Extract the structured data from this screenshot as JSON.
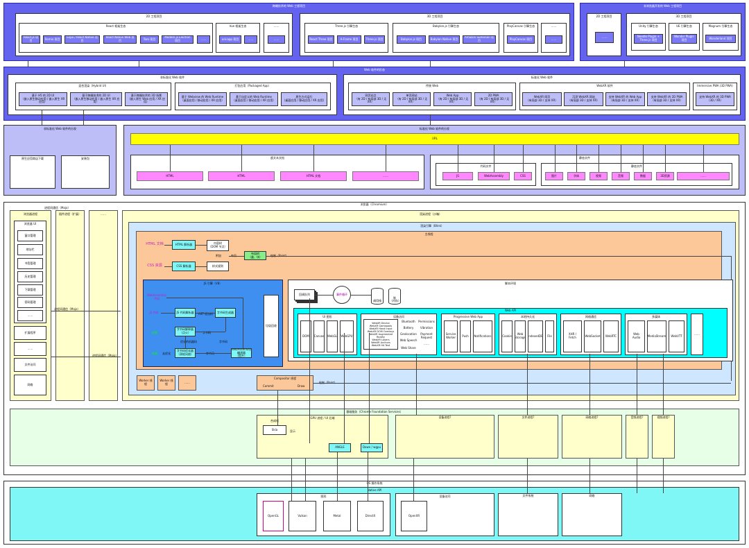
{
  "cross": {
    "title": "跨端技术的 Web 工程项目"
  },
  "g2d": {
    "title": "2D 工程项目",
    "react": {
      "title": "React 框架生态",
      "items": [
        "React.js 项目",
        "Remix 项目",
        "Expo / React Native 项目",
        "React Native Web 项目",
        "Taro 项目",
        "Modern.js Electron 项目",
        "……"
      ]
    },
    "vue": {
      "title": "Vue 框架生态",
      "items": [
        "uni-app 项目",
        "……"
      ]
    },
    "dots": {
      "title": "……",
      "items": [
        "……"
      ]
    }
  },
  "g3d": {
    "title": "3D 工程项目",
    "three": {
      "title": "Three.js 引擎生态",
      "items": [
        "React Three 项目",
        "A-Frame 项目",
        "Three.js 项目"
      ]
    },
    "babylon": {
      "title": "Babylon.js 引擎生态",
      "items": [
        "Babylon.js 项目",
        "Babylon Native 项目",
        "Amazon Sumerian 项目"
      ]
    },
    "play": {
      "title": "PlayCanvas 引擎生态",
      "items": [
        "PlayCanvas 项目"
      ]
    },
    "dots": {
      "title": "……",
      "items": [
        "……"
      ]
    }
  },
  "nonweb": {
    "title": "非浏览器开发的 Web 工程项目",
    "c2d": {
      "title": "2D 工程项目",
      "items": [
        "……"
      ]
    },
    "c3d": {
      "title": "3D 工程项目",
      "unity": {
        "title": "Unity 引擎生态",
        "items": [
          "Needle Plugin + Three.js 项目"
        ]
      },
      "ue": {
        "title": "UE 引擎生态",
        "items": [
          "Wonder Plugin 项目"
        ]
      },
      "magnum": {
        "title": "Magnum 引擎生态",
        "items": [
          "Wonderland 项目"
        ]
      }
    }
  },
  "product": {
    "title": "Web 软件的形态",
    "nonstd": {
      "title": "非标准化 Web 软件",
      "hybrid": {
        "title": "混合渲染（Hybrid UI）",
        "items": [
          "基于 H5 的 2D UI\n（嵌入原生移动应用 / 嵌入原生 XR 应用）",
          "基于跨端技术的 2D UI\n（嵌入原生移动应用 / 嵌入原生 XR 应用）",
          "基于跨端技术的 3D 场景\n（嵌入原生 Web 应用 / XR 应用）"
        ]
      },
      "packaged": {
        "title": "打包应用（Packaged App）",
        "items": [
          "基于 Webview 的 Web Runtime\n（桌面应用 / 移动应用 / XR 应用）",
          "基于自定义的 Web Runtime\n（桌面应用 / 移动应用 / XR 应用）",
          "原生方式运行\n（桌面应用 / 移动应用 / XR 应用）"
        ]
      }
    },
    "std": {
      "title": "标准化 Web 软件",
      "web": {
        "title": "传统 Web",
        "items": [
          "网页站点\n（有 2D / 有局部 3D / 无 XR）",
          "单页网站\n（有 2D / 有局部 3D / 无 XR）",
          "Web App\n（有 2D / 有局部 3D / 无 XR）",
          "2D PWA\n（有 2D / 有局部 3D / 无 XR）"
        ]
      },
      "webxr": {
        "title": "WebXR 软件",
        "items": [
          "WebXR 网页\n（有局部 3D / 支持 XR）",
          "沉浸 WebXR 网站\n（有局部 3D / 支持 XR）",
          "支持 WebXR 的 Web App\n（有局部 3D / 支持 XR）",
          "支持 WebXR 的 2D PWA\n（有局部 3D / 支持 XR）"
        ]
      },
      "pwa": {
        "title": "Immersive PWA (3D PWA)",
        "items": [
          "支持 WebXR 的 3D PWA\n（3D / XR）"
        ]
      }
    }
  },
  "dist": {
    "title": "非标准化 Web 软件的分发",
    "items": [
      "原生应用商店下载",
      "安装包"
    ]
  },
  "spec": {
    "title": "标准化 Web 软件的分发",
    "url": "URL",
    "hyper": {
      "title": "超文本文档",
      "items": [
        "HTML",
        "HTML",
        "HTML 文档",
        "……"
      ]
    },
    "static": {
      "title": "静态文件",
      "code": {
        "title": "代码文件",
        "items": [
          "JS",
          "WebAssembly",
          "CSS"
        ]
      },
      "res": {
        "title": "静态文件",
        "items": [
          "图片",
          "字体",
          "视频",
          "音频",
          "数据",
          "3D资源",
          "……"
        ]
      }
    }
  },
  "browser": {
    "title": "浏览器（Chromium）",
    "ipc": "进程间通信（Mojo）",
    "main": {
      "title": "浏览器进程",
      "ui": "浏览器 UI",
      "items": [
        "窗口管理",
        "地址栏",
        "书签管理",
        "历史管理",
        "下载管理",
        "密码管理",
        "……"
      ],
      "rest": [
        "扩展程序",
        "……",
        "文件访问",
        "网络"
      ]
    },
    "plugin": "插件进程（扩展）",
    "dots": "……",
    "ipc2": "进程间通信（Mojo）",
    "ipc3": "进程间通信（Mojo）",
    "renderer": {
      "title": "渲染进程（沙箱）",
      "blink": "渲染引擎（Blink）",
      "mainthread": "主线程",
      "html_doc": "HTML 文档",
      "html_parser": "HTML 解析器",
      "dom": "内容树\n（DOM 节点）",
      "css_doc": "CSS 资源",
      "css_parser": "CSS 解析器",
      "style": "样式规则",
      "layout": "布局树\n（盒、块）",
      "attach": "附加",
      "layout_lbl": "布局",
      "paint_lbl": "绘制（Paint）",
      "js": {
        "title": "JS 引擎（V8）",
        "wasm": "WebAssembly\n代码",
        "jscode": "JS 代码",
        "parser": "JS 代码解析器",
        "bytecode": "字节码生成器",
        "interp": "字节码解释器\n（点火）",
        "opt": "字节码优化器\n（涡轮风扇）",
        "wasm_comp": "WebAssembly 编译器\n（提升）",
        "gc": "垃圾回收",
        "result1": "结果",
        "result2": "结果",
        "ast": "AST 语法树",
        "bc1": "字节码",
        "bc2": "字节码",
        "optcode": "优化的机器码",
        "deopt": "去优化",
        "wasm_bc": "字节码"
      },
      "env": {
        "title": "脚本环境",
        "event": "事件循环",
        "queue": "回调队列",
        "stack": "调用栈",
        "heap": "堆\n（内存）",
        "webapi": {
          "title": "Web API",
          "ui": {
            "title": "UI 图形",
            "items": [
              "DOM",
              "Canvas",
              "WebGL",
              "WebGPU"
            ]
          },
          "device": {
            "title": "设备访问",
            "xr": "WebXR Device\nWebXR Gamepads\nWebXR Hand Input\nWebXR DOM Overlays\nWebXR Augmented Reality\nWebXR Layers\nWebXR Anchors\nWebXR Hit Test",
            "col1": [
              "Bluetooth",
              "Battery",
              "Geolocation",
              "Web Speech",
              "Web Share"
            ],
            "col2": [
              "Permissions",
              "Vibration",
              "Payment\nRequest",
              "……"
            ]
          },
          "pwa": {
            "title": "Progressive Web App",
            "items": [
              "Service\nWorker",
              "Push",
              "Notifications"
            ]
          },
          "storage": {
            "title": "本地持久化",
            "items": [
              "Cookie",
              "Web\nStorage",
              "IndexedDB",
              "File"
            ]
          },
          "net": {
            "title": "网络通信",
            "items": [
              "XHR / Fetch",
              "WebSocket",
              "WebRTC"
            ]
          },
          "media": {
            "title": "多媒体",
            "items": [
              "Web Audio",
              "MediaStream",
              "WebVTT"
            ]
          },
          "dots": "……"
        }
      },
      "workers": [
        "Worker 线程",
        "Worker 线程",
        "……"
      ],
      "compositor": {
        "title": "Compositor 线程",
        "commit": "Commit",
        "draw": "Draw"
      },
      "frame": "绘制（Paint）"
    }
  },
  "services": {
    "title": "基础服务（Chrome Foundation Services）",
    "gpu": {
      "title": "GPU 进程 / UI 后端",
      "compositor": "合成帧",
      "skia": "Skia",
      "display": "显示",
      "angle": "ANGLE",
      "dawn": "Dawn / wgpu"
    },
    "items": [
      "设备进程?",
      "文件进程?",
      "网络进程?",
      "音频进程?",
      "视频进程?"
    ]
  },
  "os": {
    "title": "OS 操作系统",
    "native": "Native API",
    "gfx": {
      "title": "图形",
      "items": [
        "OpenGL",
        "Vulkan",
        "Metal",
        "DirectX"
      ]
    },
    "device": {
      "title": "设备访问",
      "items": [
        "OpenXR"
      ]
    },
    "files": "文件系统",
    "network": "网络"
  }
}
